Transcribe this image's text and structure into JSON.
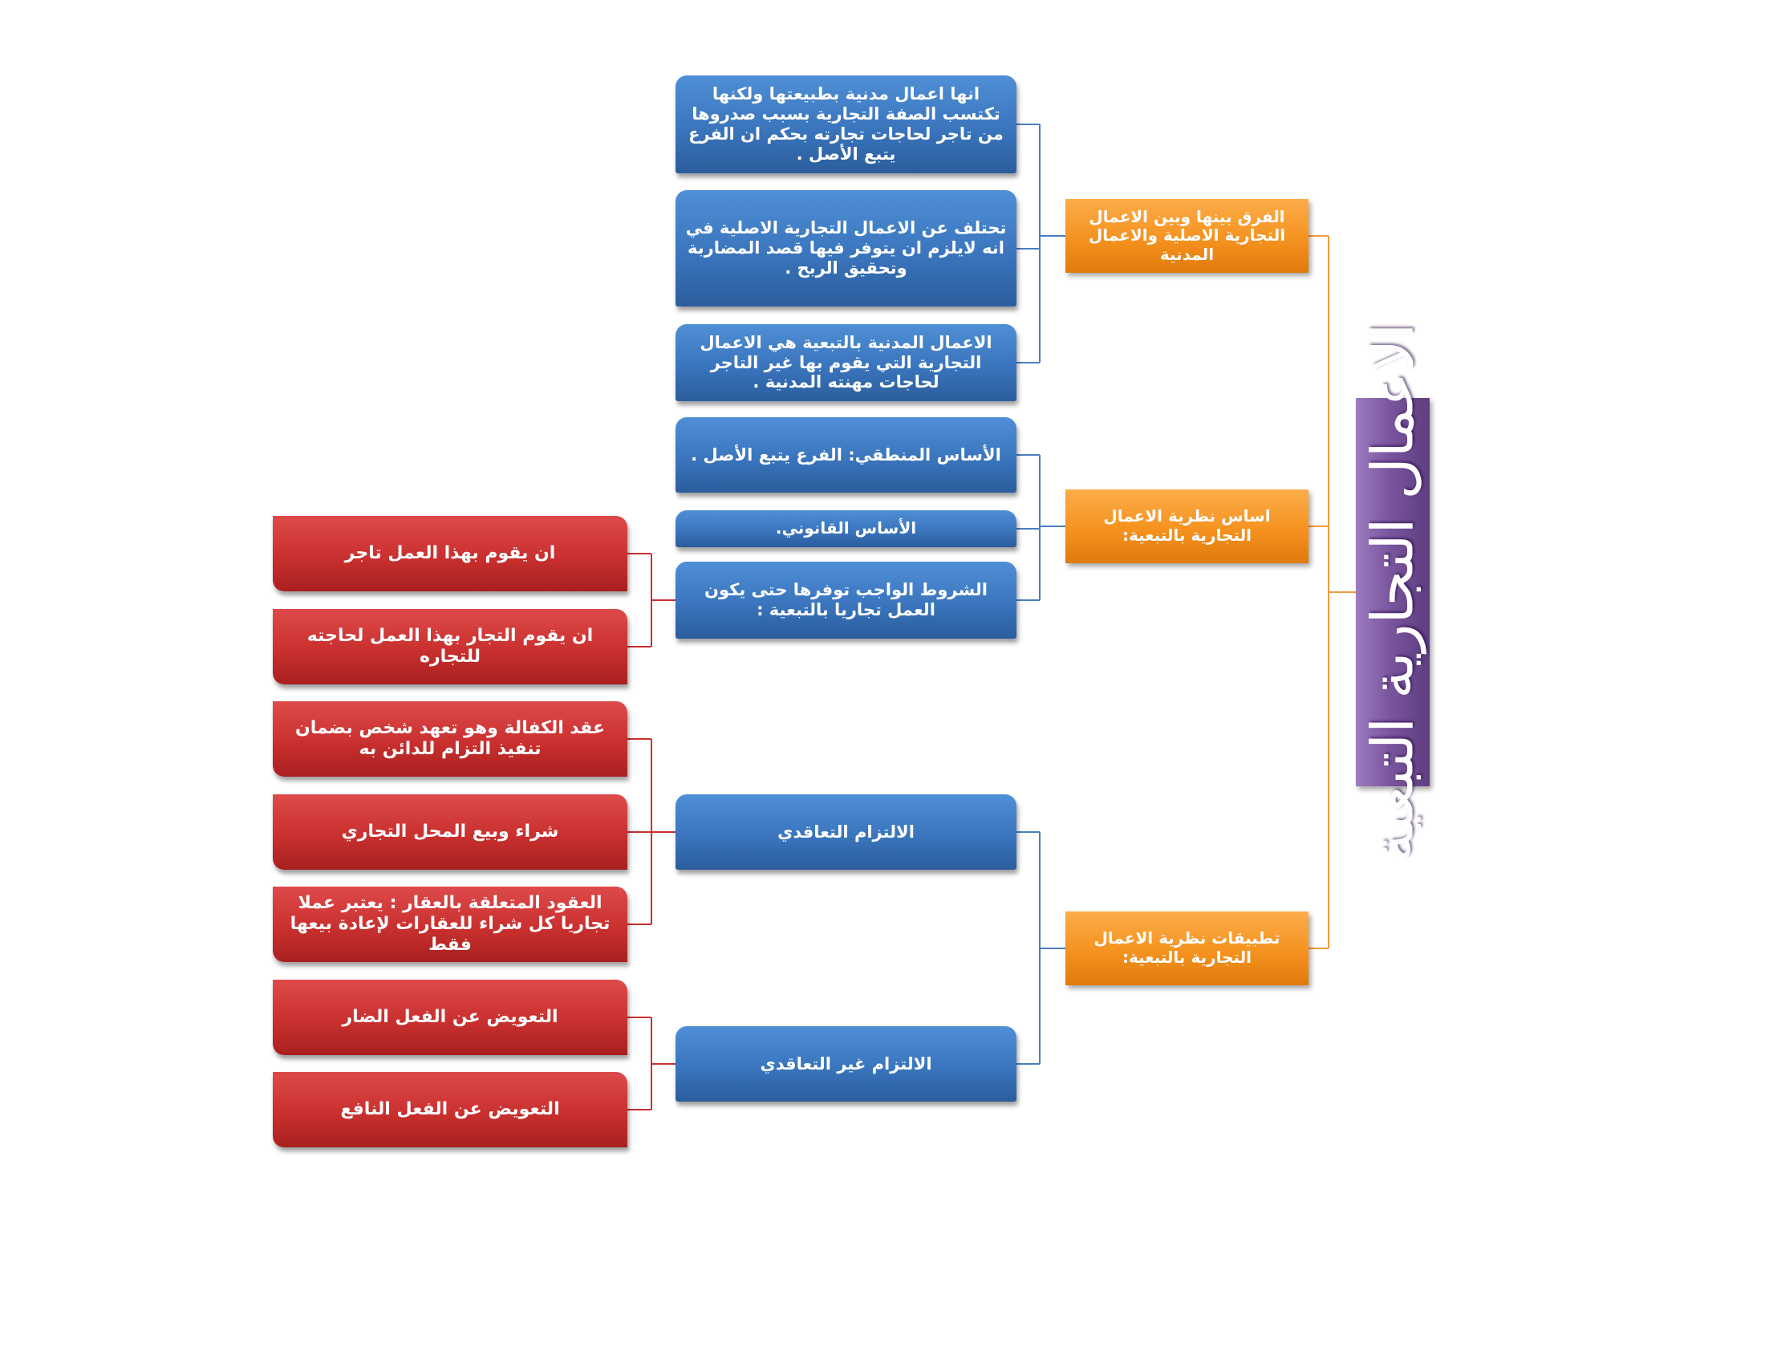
{
  "title": "الاعمال التجارية التبعية",
  "colors": {
    "purple": "#6f4a93",
    "orange": "#f5921f",
    "blue": "#3a75bd",
    "red": "#c9302f",
    "orange_line": "#f29b3e",
    "blue_line": "#4a7fc0",
    "red_line": "#c9302f"
  },
  "categories": [
    {
      "label": "الفرق بينها وبين الاعمال التجارية الاصلية والاعمال المدنية",
      "items": [
        {
          "label": "انها اعمال مدنية بطبيعتها ولكنها تكتسب الصفة التجارية بسبب صدروها من تاجر لحاجات تجارته بحكم ان الفرع يتبع الأصل ."
        },
        {
          "label": "تحتلف عن الاعمال التجارية الاصلية في انه لايلزم ان يتوفر فيها قصد المضاربة وتحقيق الربح ."
        },
        {
          "label": "الاعمال المدنية بالتبعية هي الاعمال التجارية التي يقوم بها غير التاجر لحاجات مهنته المدنية ."
        }
      ]
    },
    {
      "label": "اساس نظرية الاعمال التجارية بالتبعية:",
      "items": [
        {
          "label": "الأساس المنطقي: الفرع يتبع الأصل ."
        },
        {
          "label": "الأساس القانوني."
        },
        {
          "label": "الشروط الواجب توفرها حتى يكون العمل تجاريا بالتبعية :",
          "children": [
            "ان يقوم بهذا العمل تاجر",
            "ان يقوم التجار بهذا العمل لحاجته للتجاره"
          ]
        }
      ]
    },
    {
      "label": "تطبيقات نظرية الاعمال التجارية بالتبعية:",
      "items": [
        {
          "label": "الالتزام التعاقدي",
          "children": [
            "عقد الكفالة  وهو تعهد شخص بضمان تنفيذ التزام للدائن به",
            "شراء وبيع المحل التجاري",
            "العقود المتعلقة بالعقار : يعتبر عملا تجاريا كل شراء للعقارات لإعادة بيعها فقط"
          ]
        },
        {
          "label": "الالتزام غير التعاقدي",
          "children": [
            "التعويض عن الفعل الضار",
            "التعويض عن الفعل النافع"
          ]
        }
      ]
    }
  ]
}
